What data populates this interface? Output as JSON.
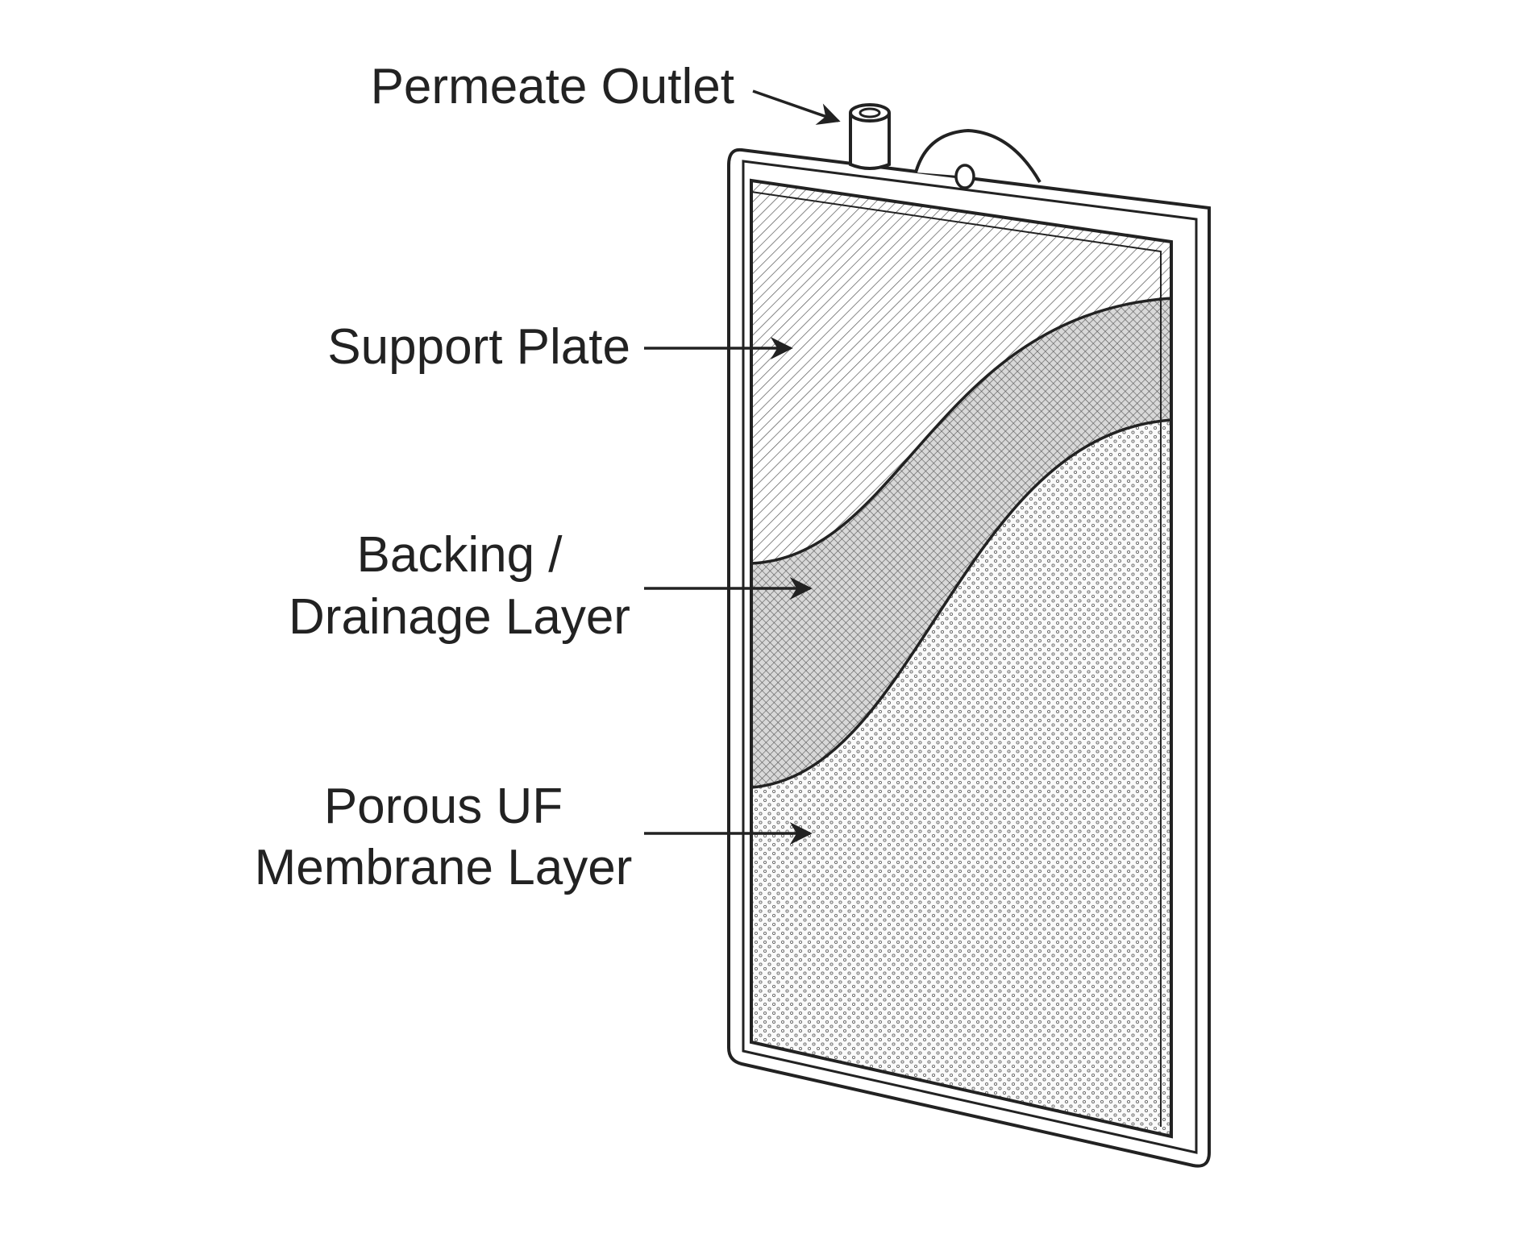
{
  "labels": {
    "permeate_outlet": "Permeate Outlet",
    "support_plate": "Support Plate",
    "backing_line1": "Backing /",
    "backing_line2": "Drainage Layer",
    "membrane_line1": "Porous UF",
    "membrane_line2": "Membrane Layer"
  },
  "colors": {
    "line": "#222222",
    "background": "#ffffff"
  }
}
